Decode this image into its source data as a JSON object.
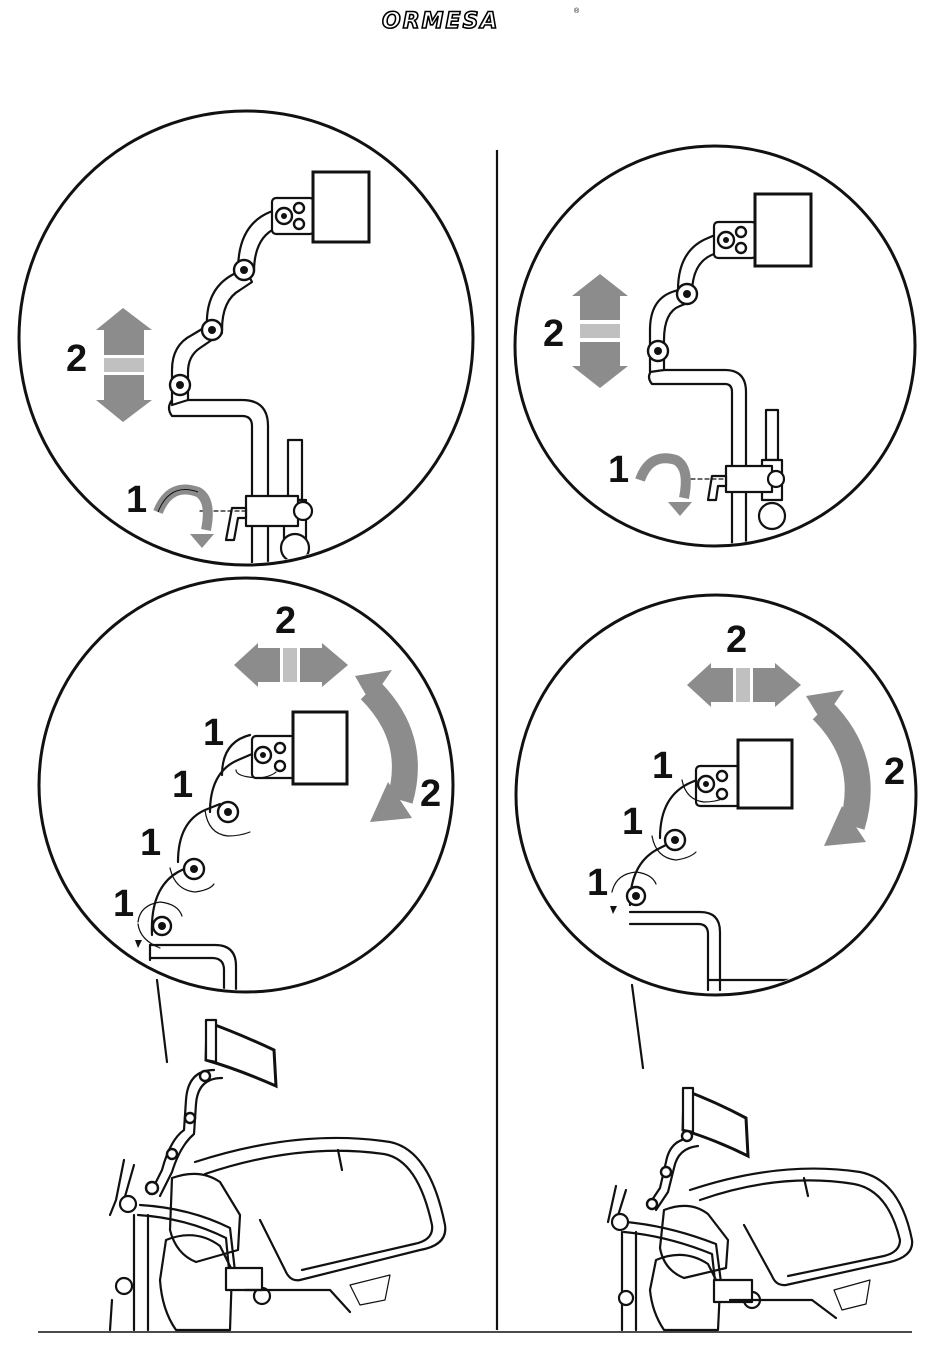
{
  "brand": {
    "logo_text": "ORMESA",
    "registered_mark": "®"
  },
  "labels": {
    "step_1": "1",
    "step_2": "2"
  },
  "colors": {
    "arrow": "#8c8c8c",
    "arrow_light": "#c0c0c0",
    "line": "#111111",
    "background": "#ffffff"
  },
  "panels": [
    {
      "name": "top-left",
      "detail": "height adjustment"
    },
    {
      "name": "top-right",
      "detail": "height adjustment"
    },
    {
      "name": "bottom-left",
      "detail": "joint rotation and depth adjustment"
    },
    {
      "name": "bottom-right",
      "detail": "joint rotation and depth adjustment"
    }
  ]
}
